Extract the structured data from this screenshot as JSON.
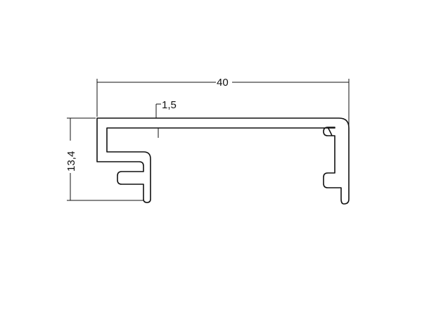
{
  "drawing": {
    "dimensions": {
      "width_label": "40",
      "height_label": "13,4",
      "thickness_label": "1,5"
    },
    "colors": {
      "outline": "#111111",
      "background": "#ffffff"
    }
  }
}
